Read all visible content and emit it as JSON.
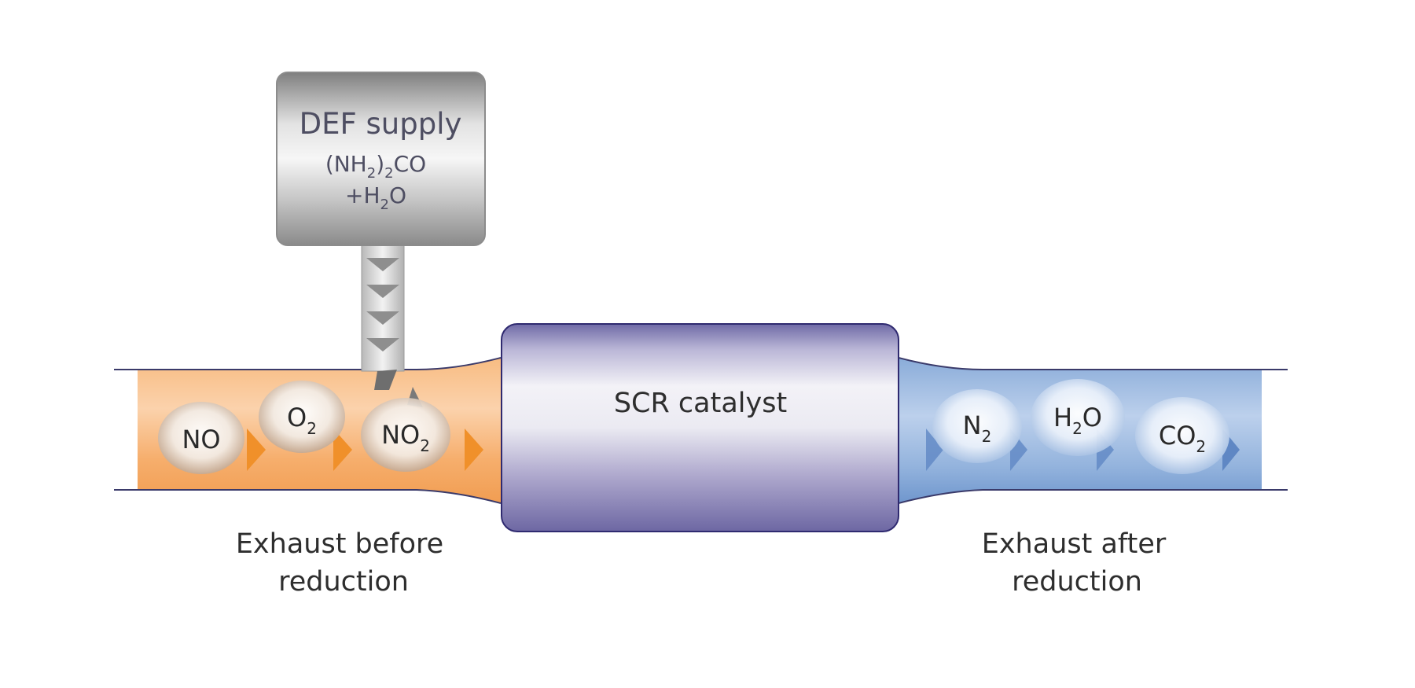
{
  "def_supply": {
    "title": "DEF supply",
    "line1_parts": [
      "(NH",
      "2",
      ")",
      "2",
      "CO"
    ],
    "line2_parts": [
      "+H",
      "2",
      "O"
    ]
  },
  "catalyst": {
    "label": "SCR catalyst"
  },
  "inlet_molecules": [
    {
      "base": "NO",
      "sub": ""
    },
    {
      "base": "O",
      "sub": "2"
    },
    {
      "base": "NO",
      "sub": "2"
    }
  ],
  "outlet_molecules": [
    {
      "base": "N",
      "sub": "2"
    },
    {
      "base": "H",
      "sub": "2",
      "tail": "O"
    },
    {
      "base": "CO",
      "sub": "2"
    }
  ],
  "labels": {
    "before_line1": "Exhaust before",
    "before_line2": "reduction",
    "after_line1": "Exhaust after",
    "after_line2": "reduction"
  },
  "colors": {
    "exhaust_before": "#f5a45e",
    "exhaust_after": "#86a8d8",
    "catalyst": "#8a85b8",
    "def_tank": "#9a9a9a",
    "flow_arrow_before": "#f0902a",
    "flow_arrow_after": "#5f87c4",
    "pipe_outline": "#3a3a6a"
  }
}
